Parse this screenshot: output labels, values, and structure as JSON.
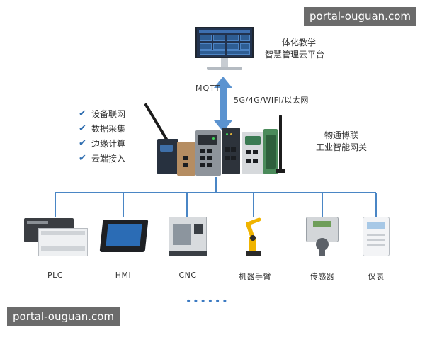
{
  "watermark": {
    "top": "portal-ouguan.com",
    "bottom": "portal-ouguan.com"
  },
  "cloud": {
    "line1": "一体化教学",
    "line2": "智慧管理云平台"
  },
  "link": {
    "protocol": "MQTT",
    "network": "5G/4G/WIFI/以太网"
  },
  "gateway": {
    "line1": "物通博联",
    "line2": "工业智能网关"
  },
  "features": [
    {
      "label": "设备联网",
      "icon": "check-icon"
    },
    {
      "label": "数据采集",
      "icon": "check-icon"
    },
    {
      "label": "边缘计算",
      "icon": "check-icon"
    },
    {
      "label": "云端接入",
      "icon": "check-icon"
    }
  ],
  "field_devices": [
    {
      "label": "PLC",
      "icon": "plc-icon"
    },
    {
      "label": "HMI",
      "icon": "hmi-icon"
    },
    {
      "label": "CNC",
      "icon": "cnc-icon"
    },
    {
      "label": "机器手臂",
      "icon": "robot-arm-icon"
    },
    {
      "label": "传感器",
      "icon": "sensor-icon"
    },
    {
      "label": "仪表",
      "icon": "meter-icon"
    }
  ],
  "colors": {
    "bus": "#4a86c5",
    "arrow": "#5b93d0",
    "check": "#2f6eb0",
    "ellipsis": "#3b7ac2"
  }
}
